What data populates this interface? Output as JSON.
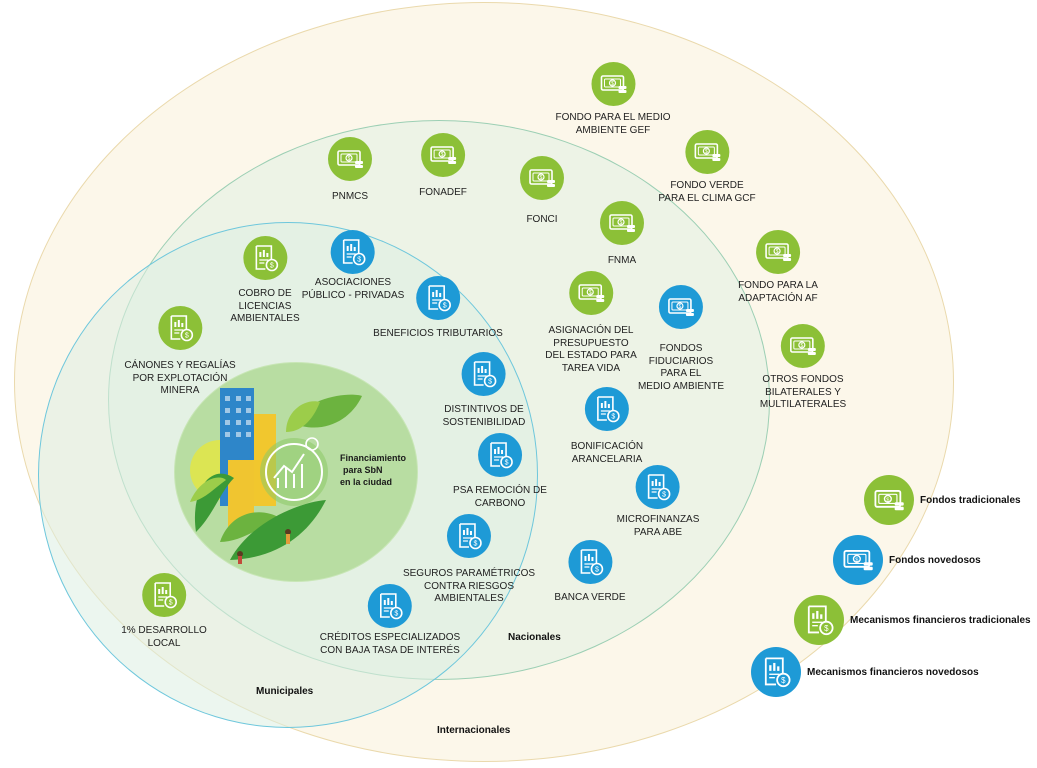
{
  "rings": {
    "internacionales": "Internacionales",
    "nacionales": "Nacionales",
    "municipales": "Municipales"
  },
  "center": {
    "line1": "Financiamiento",
    "line2": "para SbN",
    "line3": "en la ciudad"
  },
  "colors": {
    "tradicional": "#8cc037",
    "novedoso": "#1e9ad6",
    "internacional_bg": "#fcf7ea",
    "nacional_bg": "#edf3e6",
    "centro_bg": "#b8dda2"
  },
  "items": {
    "gef": {
      "l1": "FONDO PARA EL MEDIO",
      "l2": "AMBIENTE GEF",
      "icon": "money-icon"
    },
    "gcf": {
      "l1": "FONDO VERDE",
      "l2": "PARA EL CLIMA GCF",
      "icon": "money-icon"
    },
    "af": {
      "l1": "FONDO PARA LA",
      "l2": "ADAPTACIÓN AF",
      "icon": "money-icon"
    },
    "otros": {
      "l1": "OTROS FONDOS",
      "l2": "BILATERALES Y",
      "l3": "MULTILATERALES",
      "icon": "money-icon"
    },
    "pnmcs": {
      "l1": "PNMCS",
      "icon": "money-icon"
    },
    "fonadef": {
      "l1": "FONADEF",
      "icon": "money-icon"
    },
    "fonci": {
      "l1": "FONCI",
      "icon": "money-icon"
    },
    "fnma": {
      "l1": "FNMA",
      "icon": "money-icon"
    },
    "asignacion": {
      "l1": "ASIGNACIÓN DEL",
      "l2": "PRESUPUESTO",
      "l3": "DEL ESTADO PARA",
      "l4": "TAREA VIDA",
      "icon": "money-icon"
    },
    "fiduciarios": {
      "l1": "FONDOS",
      "l2": "FIDUCIARIOS",
      "l3": "PARA EL",
      "l4": "MEDIO AMBIENTE",
      "icon": "money-icon"
    },
    "bonificacion": {
      "l1": "BONIFICACIÓN",
      "l2": "ARANCELARIA",
      "icon": "document-coin-icon"
    },
    "microfinanzas": {
      "l1": "MICROFINANZAS",
      "l2": "PARA AbE",
      "icon": "document-coin-icon"
    },
    "banca": {
      "l1": "BANCA VERDE",
      "icon": "document-coin-icon"
    },
    "cobro": {
      "l1": "COBRO DE",
      "l2": "LICENCIAS",
      "l3": "AMBIENTALES",
      "icon": "document-coin-icon"
    },
    "asociaciones": {
      "l1": "ASOCIACIONES",
      "l2": "PÚBLICO - PRIVADAS",
      "icon": "document-coin-icon"
    },
    "tributarios": {
      "l1": "BENEFICIOS TRIBUTARIOS",
      "icon": "document-coin-icon"
    },
    "canones": {
      "l1": "CÁNONES Y REGALÍAS",
      "l2": "POR EXPLOTACIÓN",
      "l3": "MINERA",
      "icon": "document-coin-icon"
    },
    "distintivos": {
      "l1": "DISTINTIVOS DE",
      "l2": "SOSTENIBILIDAD",
      "icon": "document-coin-icon"
    },
    "psa": {
      "l1": "PSA REMOCIÓN DE",
      "l2": "CARBONO",
      "icon": "document-coin-icon"
    },
    "seguros": {
      "l1": "SEGUROS PARAMÉTRICOS",
      "l2": "CONTRA RIESGOS",
      "l3": "AMBIENTALES",
      "icon": "document-coin-icon"
    },
    "creditos": {
      "l1": "CRÉDITOS ESPECIALIZADOS",
      "l2": "CON BAJA TASA DE INTERÉS",
      "icon": "document-coin-icon"
    },
    "desarrollo": {
      "l1": "1% DESARROLLO",
      "l2": "LOCAL",
      "icon": "document-coin-icon"
    }
  },
  "legend": {
    "fondos_tradicionales": "Fondos tradicionales",
    "fondos_novedosos": "Fondos novedosos",
    "mecanismos_tradicionales": "Mecanismos financieros tradicionales",
    "mecanismos_novedosos": "Mecanismos financieros novedosos"
  }
}
